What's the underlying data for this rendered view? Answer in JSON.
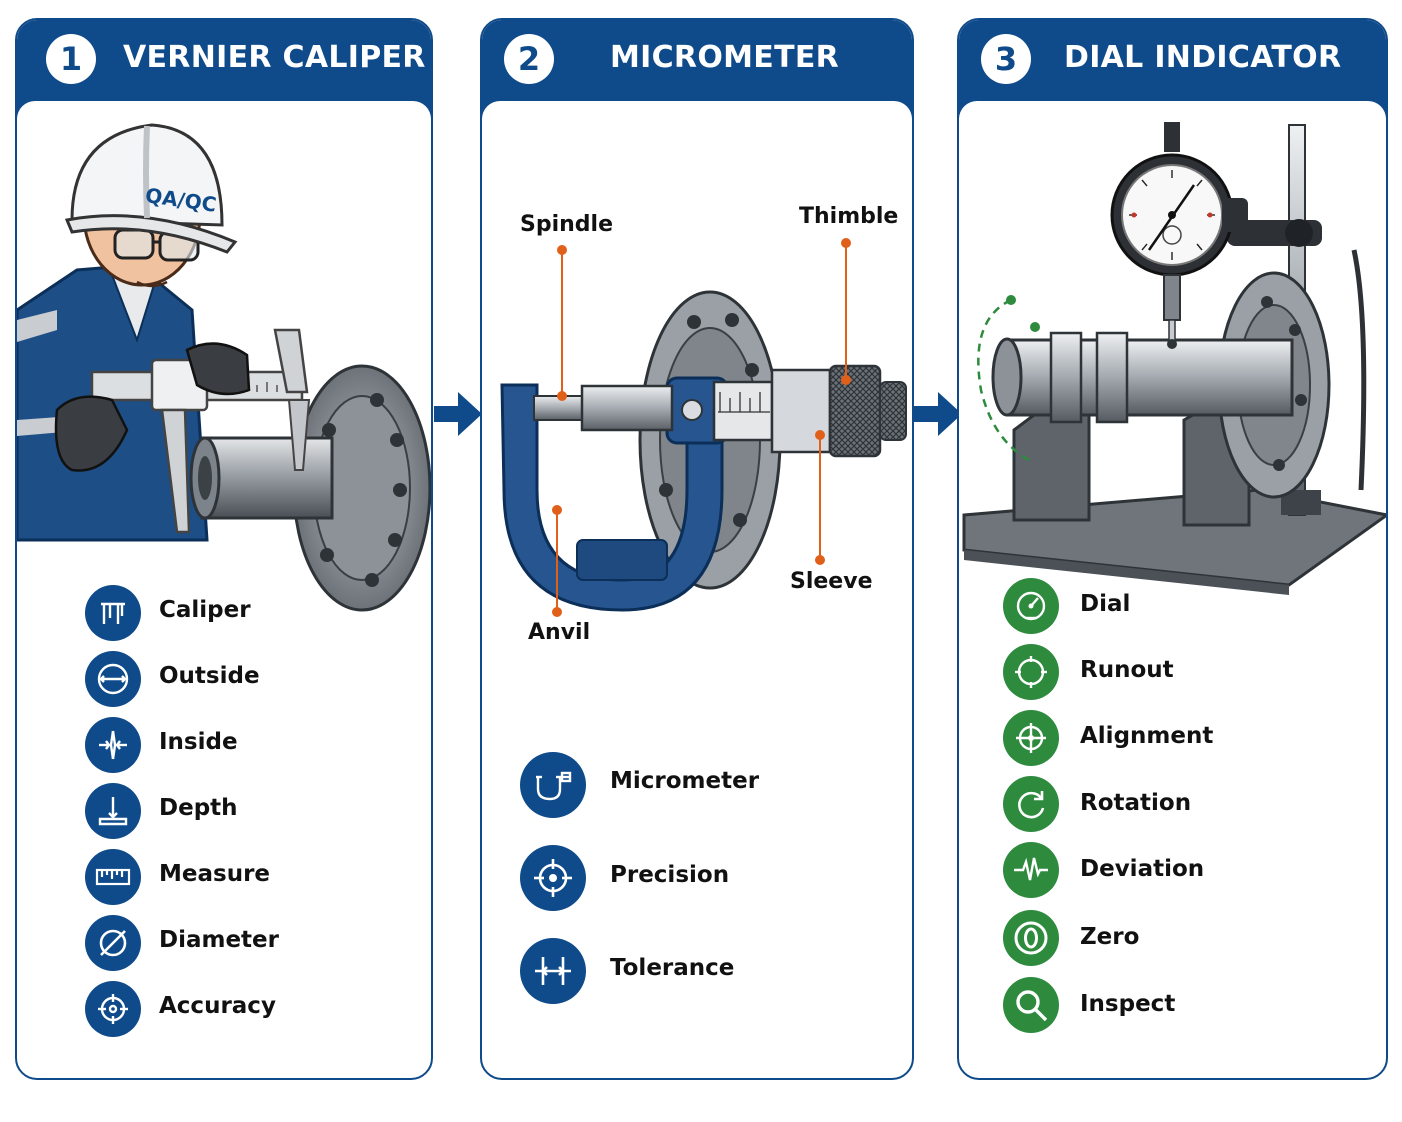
{
  "colors": {
    "primary_blue": "#0f4b8a",
    "accent_green": "#2e8b3e",
    "callout_orange": "#e0601a"
  },
  "panels": [
    {
      "number": "1",
      "title": "VERNIER CALIPER",
      "hat_text": "QA/QC",
      "items": [
        {
          "label": "Caliper",
          "icon": "caliper-icon"
        },
        {
          "label": "Outside",
          "icon": "outside-measure-icon"
        },
        {
          "label": "Inside",
          "icon": "inside-measure-icon"
        },
        {
          "label": "Depth",
          "icon": "depth-icon"
        },
        {
          "label": "Measure",
          "icon": "ruler-icon"
        },
        {
          "label": "Diameter",
          "icon": "diameter-icon"
        },
        {
          "label": "Accuracy",
          "icon": "crosshair-icon"
        }
      ]
    },
    {
      "number": "2",
      "title": "MICROMETER",
      "callouts": {
        "spindle": "Spindle",
        "thimble": "Thimble",
        "sleeve": "Sleeve",
        "anvil": "Anvil"
      },
      "items": [
        {
          "label": "Micrometer",
          "icon": "micrometer-icon"
        },
        {
          "label": "Precision",
          "icon": "target-icon"
        },
        {
          "label": "Tolerance",
          "icon": "tolerance-icon"
        }
      ]
    },
    {
      "number": "3",
      "title": "DIAL INDICATOR",
      "items": [
        {
          "label": "Dial",
          "icon": "gauge-icon"
        },
        {
          "label": "Runout",
          "icon": "runout-icon"
        },
        {
          "label": "Alignment",
          "icon": "alignment-icon"
        },
        {
          "label": "Rotation",
          "icon": "rotation-icon"
        },
        {
          "label": "Deviation",
          "icon": "pulse-icon"
        },
        {
          "label": "Zero",
          "icon": "zero-icon"
        },
        {
          "label": "Inspect",
          "icon": "magnifier-icon"
        }
      ]
    }
  ]
}
